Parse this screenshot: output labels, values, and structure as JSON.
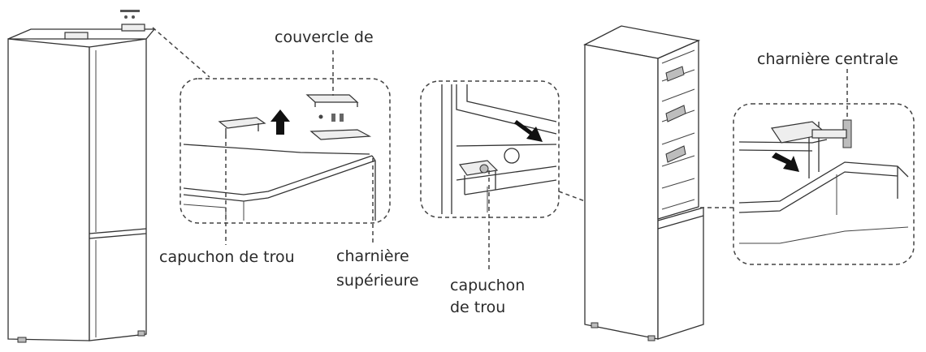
{
  "labels": {
    "cover": "couvercle de",
    "hole_cap_left": "capuchon de trou",
    "top_hinge_line1": "charnière",
    "top_hinge_line2": "supérieure",
    "hole_cap_mid_line1": "capuchon",
    "hole_cap_mid_line2": "de trou",
    "center_hinge": "charnière centrale"
  },
  "icons": {
    "arrow_up": "up-arrow-icon",
    "arrow_right": "diagonal-arrow-icon"
  },
  "colors": {
    "line": "#333333",
    "background": "#ffffff"
  }
}
